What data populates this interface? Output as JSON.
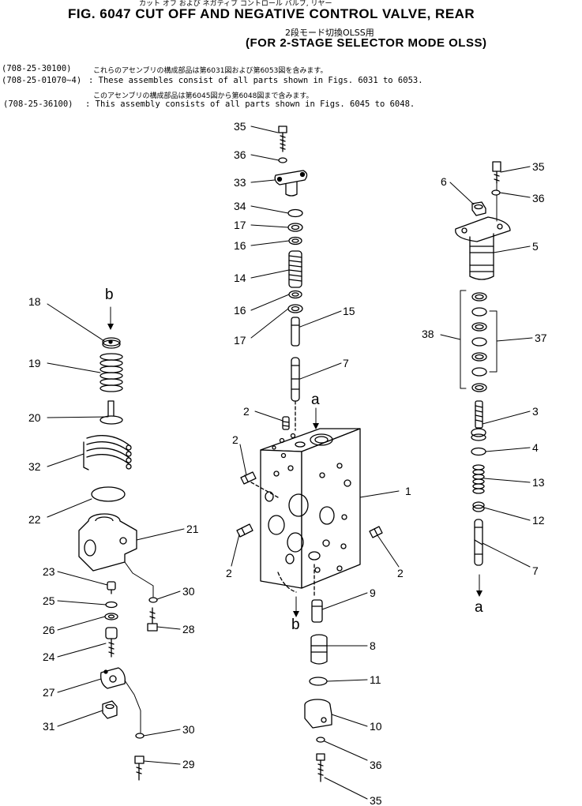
{
  "header": {
    "katakana": "カット オフ および ネガティブ コントロール バルブ, リヤー",
    "fig_title": "FIG. 6047  CUT OFF AND NEGATIVE CONTROL VALVE, REAR",
    "sub_jp": "2段モード切換OLSS用",
    "sub_en": "(FOR 2-STAGE SELECTOR MODE OLSS)"
  },
  "notes": [
    {
      "code": "(708-25-30100)",
      "text": "これらのアセンブリの構成部品は第6031図および第6053図を含みます。"
    },
    {
      "code": "(708-25-01070~4)",
      "text": ": These assembles consist of all parts shown in Figs. 6031 to 6053."
    },
    {
      "code": "",
      "text": "このアセンブリの構成部品は第6045図から第6048図まで含みます。"
    },
    {
      "code": "(708-25-36100)",
      "text": ": This assembly consists of all parts shown in Figs. 6045 to 6048."
    }
  ],
  "callouts": [
    {
      "id": "c35a",
      "label": "35"
    },
    {
      "id": "c36a",
      "label": "36"
    },
    {
      "id": "c33",
      "label": "33"
    },
    {
      "id": "c34",
      "label": "34"
    },
    {
      "id": "c17a",
      "label": "17"
    },
    {
      "id": "c16a",
      "label": "16"
    },
    {
      "id": "c14",
      "label": "14"
    },
    {
      "id": "c16b",
      "label": "16"
    },
    {
      "id": "c17b",
      "label": "17"
    },
    {
      "id": "c15",
      "label": "15"
    },
    {
      "id": "c7a",
      "label": "7"
    },
    {
      "id": "c2a",
      "label": "2"
    },
    {
      "id": "c2b",
      "label": "2"
    },
    {
      "id": "c2c",
      "label": "2"
    },
    {
      "id": "c2d",
      "label": "2"
    },
    {
      "id": "c1",
      "label": "1"
    },
    {
      "id": "c9",
      "label": "9"
    },
    {
      "id": "c8",
      "label": "8"
    },
    {
      "id": "c11",
      "label": "11"
    },
    {
      "id": "c10",
      "label": "10"
    },
    {
      "id": "c36b",
      "label": "36"
    },
    {
      "id": "c35b",
      "label": "35"
    },
    {
      "id": "c18",
      "label": "18"
    },
    {
      "id": "c19",
      "label": "19"
    },
    {
      "id": "c20",
      "label": "20"
    },
    {
      "id": "c32",
      "label": "32"
    },
    {
      "id": "c22",
      "label": "22"
    },
    {
      "id": "c21",
      "label": "21"
    },
    {
      "id": "c23",
      "label": "23"
    },
    {
      "id": "c25",
      "label": "25"
    },
    {
      "id": "c26",
      "label": "26"
    },
    {
      "id": "c24",
      "label": "24"
    },
    {
      "id": "c30a",
      "label": "30"
    },
    {
      "id": "c28",
      "label": "28"
    },
    {
      "id": "c27",
      "label": "27"
    },
    {
      "id": "c31",
      "label": "31"
    },
    {
      "id": "c30b",
      "label": "30"
    },
    {
      "id": "c29",
      "label": "29"
    },
    {
      "id": "c6",
      "label": "6"
    },
    {
      "id": "c35c",
      "label": "35"
    },
    {
      "id": "c36c",
      "label": "36"
    },
    {
      "id": "c5",
      "label": "5"
    },
    {
      "id": "c38",
      "label": "38"
    },
    {
      "id": "c37",
      "label": "37"
    },
    {
      "id": "c3",
      "label": "3"
    },
    {
      "id": "c4",
      "label": "4"
    },
    {
      "id": "c13",
      "label": "13"
    },
    {
      "id": "c12",
      "label": "12"
    },
    {
      "id": "c7b",
      "label": "7"
    }
  ],
  "port_labels": [
    {
      "id": "pa1",
      "label": "a"
    },
    {
      "id": "pb1",
      "label": "b"
    },
    {
      "id": "pb2",
      "label": "b"
    },
    {
      "id": "pa2",
      "label": "a"
    }
  ]
}
